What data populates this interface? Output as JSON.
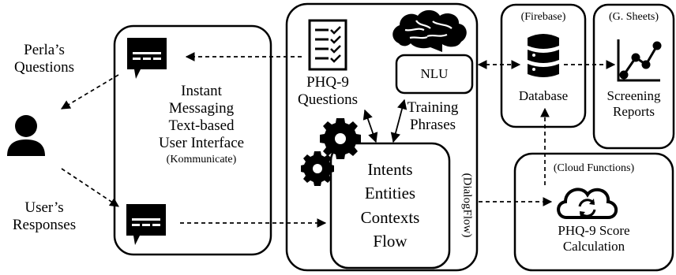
{
  "user_side": {
    "questions_label": [
      "Perla’s",
      "Questions"
    ],
    "responses_label": [
      "User’s",
      "Responses"
    ]
  },
  "chat_interface": {
    "lines": [
      "Instant",
      "Messaging",
      "Text-based",
      "User Interface"
    ],
    "platform": "(Kommunicate)"
  },
  "dialogflow": {
    "platform": "(DialogFlow)",
    "phq_questions": [
      "PHQ-9",
      "Questions"
    ],
    "nlu": "NLU",
    "training": [
      "Training",
      "Phrases"
    ],
    "core": [
      "Intents",
      "Entities",
      "Contexts",
      "Flow"
    ]
  },
  "firebase": {
    "platform": "(Firebase)",
    "label": "Database"
  },
  "sheets": {
    "platform": "(G. Sheets)",
    "label": [
      "Screening",
      "Reports"
    ]
  },
  "cloud_functions": {
    "platform": "(Cloud Functions)",
    "label": [
      "PHQ-9 Score",
      "Calculation"
    ]
  },
  "icons": [
    "user-icon",
    "chat-bubble-icon",
    "checklist-icon",
    "brain-icon",
    "gear-icon",
    "database-icon",
    "chart-icon",
    "cloud-sync-icon"
  ]
}
